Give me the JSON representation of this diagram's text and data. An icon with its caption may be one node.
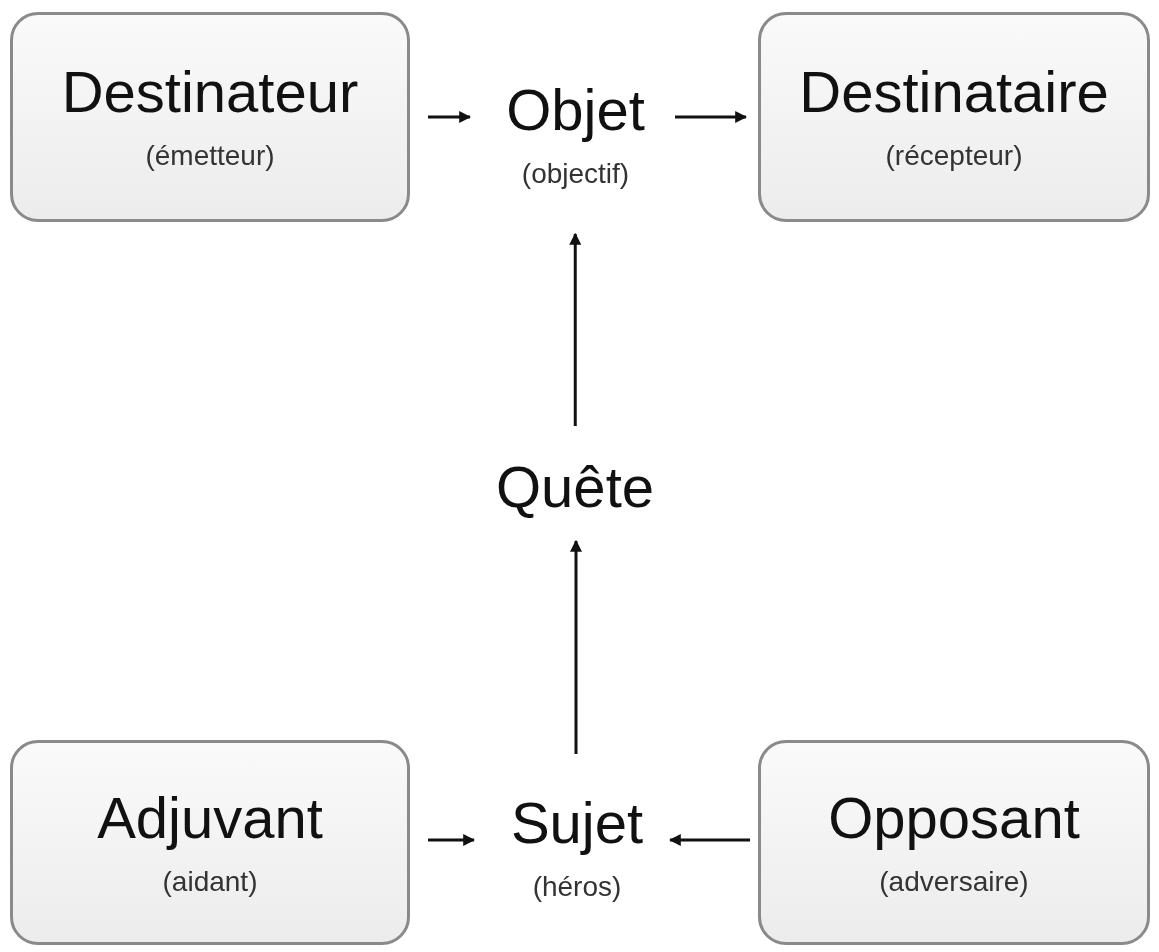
{
  "diagram": {
    "nodes": [
      {
        "text": [
          "Destinateur",
          "(émetteur)"
        ]
      },
      {
        "text": [
          "Objet",
          "(objectif)"
        ]
      },
      {
        "text": [
          "Destinataire",
          "(récepteur)"
        ]
      },
      {
        "text": [
          "Quête"
        ]
      },
      {
        "text": [
          "Adjuvant",
          "(aidant)"
        ]
      },
      {
        "text": [
          "Sujet",
          "(héros)"
        ]
      },
      {
        "text": [
          "Opposant",
          "(adversaire)"
        ]
      }
    ],
    "edges": [
      {
        "from": 0,
        "to": 1,
        "arrow": "to"
      },
      {
        "from": 1,
        "to": 2,
        "arrow": "to"
      },
      {
        "from": 3,
        "to": 1,
        "arrow": "to"
      },
      {
        "from": 5,
        "to": 3,
        "arrow": "to"
      },
      {
        "from": 4,
        "to": 5,
        "arrow": "to"
      },
      {
        "from": 6,
        "to": 5,
        "arrow": "to"
      }
    ]
  }
}
